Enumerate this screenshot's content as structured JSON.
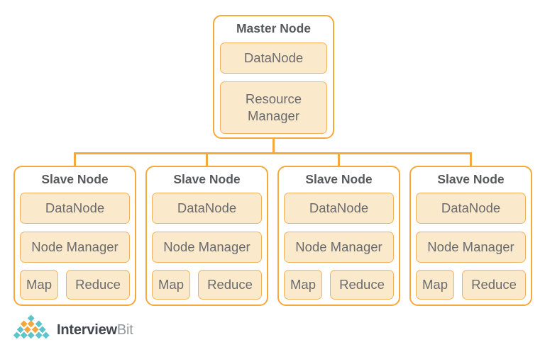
{
  "colors": {
    "accent_orange": "#F5A83C",
    "inner_border": "#F4B25C",
    "inner_fill": "#FBE9CC",
    "title_text": "#58595C",
    "label_text": "#6A6B6E",
    "logo_teal": "#5EC4CA",
    "logo_orange": "#F2A83E",
    "logo_text_primary": "#42474F",
    "logo_text_secondary": "#93979C"
  },
  "diagram": {
    "master": {
      "title": "Master Node",
      "components": [
        "DataNode",
        "Resource Manager"
      ]
    },
    "slaves": [
      {
        "title": "Slave Node",
        "components": [
          "DataNode",
          "Node Manager"
        ],
        "tasks": [
          "Map",
          "Reduce"
        ]
      },
      {
        "title": "Slave Node",
        "components": [
          "DataNode",
          "Node Manager"
        ],
        "tasks": [
          "Map",
          "Reduce"
        ]
      },
      {
        "title": "Slave Node",
        "components": [
          "DataNode",
          "Node Manager"
        ],
        "tasks": [
          "Map",
          "Reduce"
        ]
      },
      {
        "title": "Slave Node",
        "components": [
          "DataNode",
          "Node Manager"
        ],
        "tasks": [
          "Map",
          "Reduce"
        ]
      }
    ]
  },
  "logo": {
    "text_primary": "Interview",
    "text_secondary": "Bit"
  }
}
